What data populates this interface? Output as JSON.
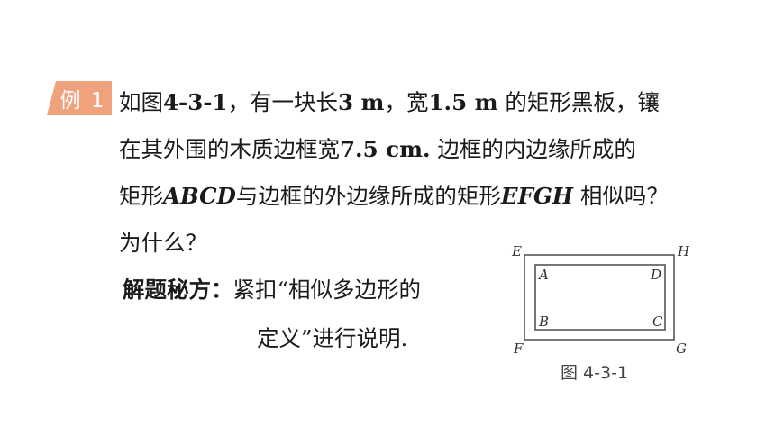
{
  "badge": {
    "label": "例 1"
  },
  "problem": {
    "line1": {
      "t1": "如图",
      "b1": "4-3-1",
      "t2": "，有一块长",
      "b2": "3 m",
      "t3": "，宽",
      "b3": "1.5 m",
      "t4": " 的矩形黑板，镶"
    },
    "line2": {
      "t1": "在其外围的木质边框宽",
      "b1": "7.5 cm.",
      "t2": " 边框的内边缘所成的"
    },
    "line3": {
      "t1": "矩形",
      "i1": "ABCD",
      "t2": "与边框的外边缘所成的矩形",
      "i2": "EFGH",
      "t3": " 相似吗？"
    },
    "line4": "为什么？"
  },
  "tip": {
    "label": "解题秘方：",
    "text1": "紧扣“相似多边形的",
    "text2": "定义”进行说明."
  },
  "figure": {
    "outer_labels": {
      "E": "E",
      "H": "H",
      "F": "F",
      "G": "G"
    },
    "inner_labels": {
      "A": "A",
      "D": "D",
      "B": "B",
      "C": "C"
    },
    "caption": "图 4-3-1"
  },
  "colors": {
    "badge": "#f0a27c",
    "text": "#1a1a1a",
    "line": "#555555"
  }
}
